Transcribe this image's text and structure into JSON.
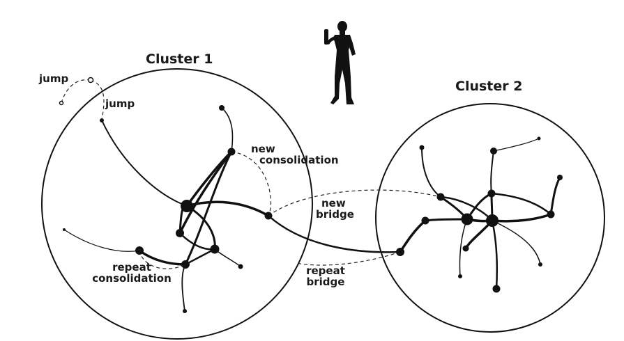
{
  "clusters": [
    {
      "title": "Cluster 1"
    },
    {
      "title": "Cluster 2"
    }
  ],
  "labels": {
    "jump_1": "jump",
    "jump_2": "jump",
    "new_consolidation_line1": "new",
    "new_consolidation_line2": "consolidation",
    "new_bridge_line1": "new",
    "new_bridge_line2": "bridge",
    "repeat_consolidation_line1": "repeat",
    "repeat_consolidation_line2": "consolidation",
    "repeat_bridge_line1": "repeat",
    "repeat_bridge_line2": "bridge"
  },
  "icons": [
    "person-silhouette-icon"
  ],
  "colors": {
    "ink": "#111111",
    "background": "#ffffff"
  }
}
